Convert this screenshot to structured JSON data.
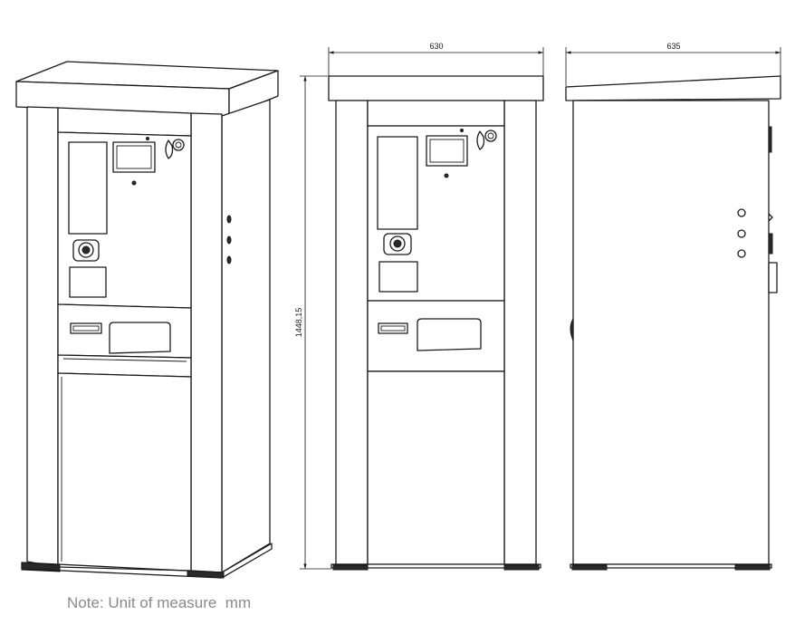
{
  "dimensions": {
    "front_width": "630",
    "side_depth": "635",
    "height": "1448,15"
  },
  "note": "Note: Unit of measure  mm"
}
